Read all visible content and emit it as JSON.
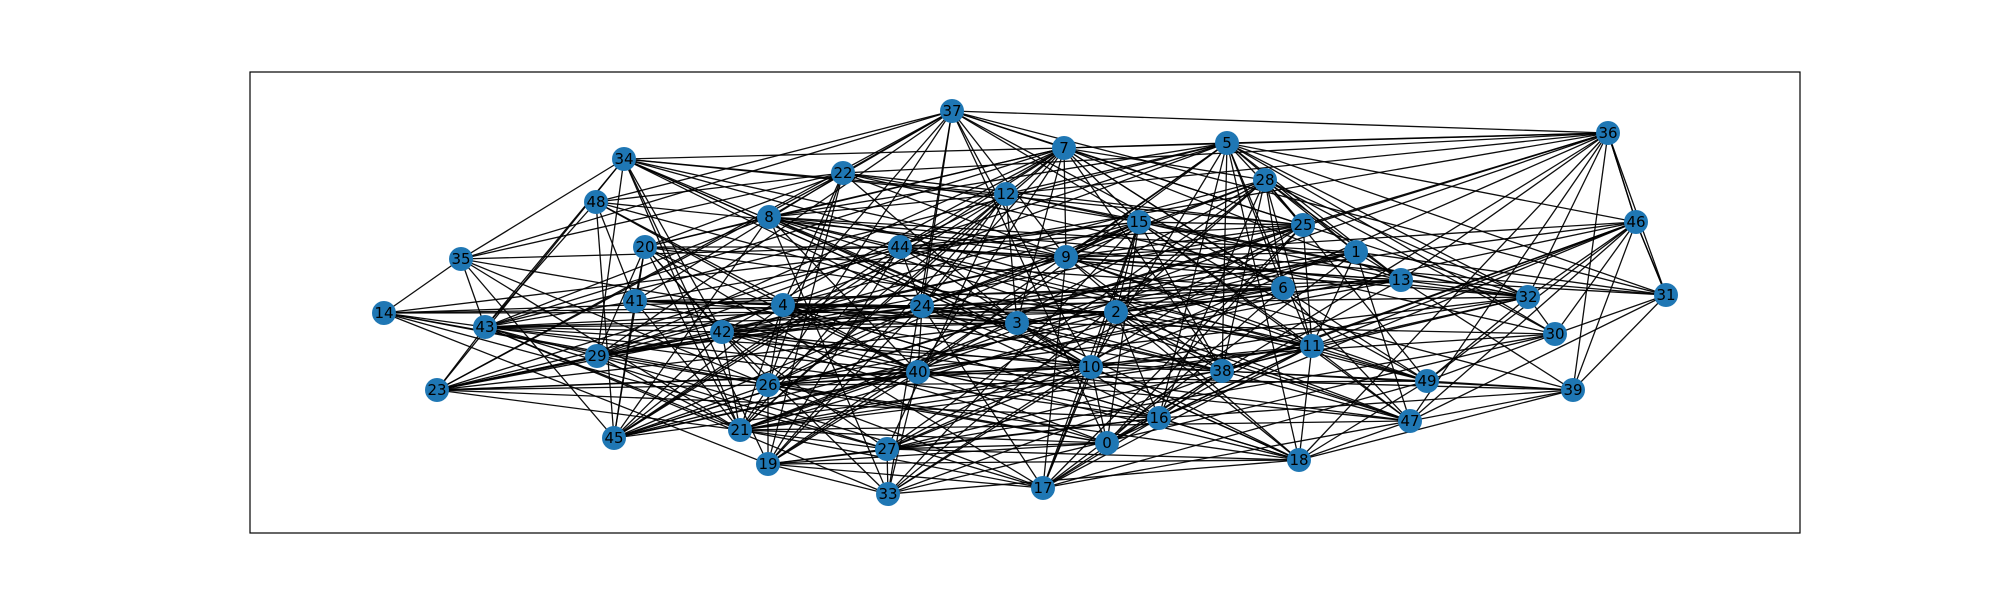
{
  "graph": {
    "node_color": "#1f77b4",
    "edge_color": "#000000",
    "label_color": "#000000",
    "nodes": [
      "0",
      "1",
      "2",
      "3",
      "4",
      "5",
      "6",
      "7",
      "8",
      "9",
      "10",
      "11",
      "12",
      "13",
      "14",
      "15",
      "16",
      "17",
      "18",
      "19",
      "20",
      "21",
      "22",
      "23",
      "24",
      "25",
      "26",
      "27",
      "28",
      "29",
      "30",
      "31",
      "32",
      "33",
      "34",
      "35",
      "36",
      "37",
      "38",
      "39",
      "40",
      "41",
      "42",
      "43",
      "44",
      "45",
      "46",
      "47",
      "48",
      "49"
    ]
  }
}
